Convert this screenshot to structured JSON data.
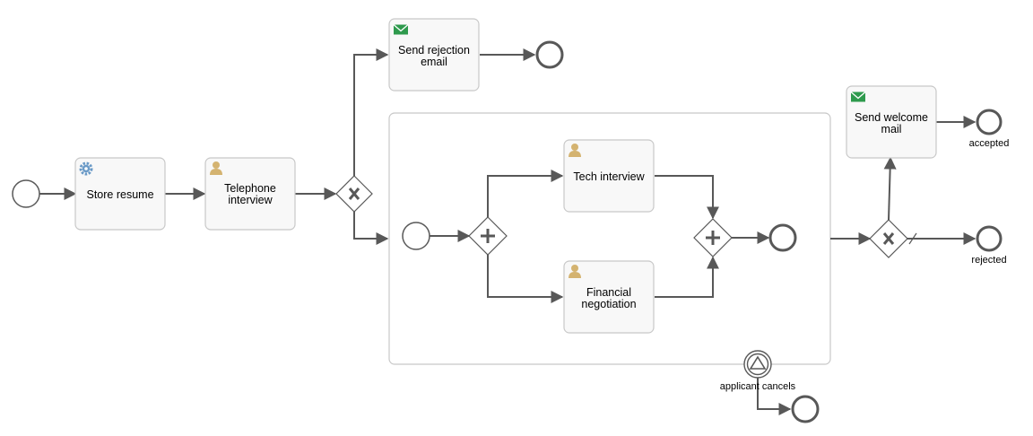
{
  "tasks": {
    "store_resume": {
      "line1": "Store resume",
      "icon": "gear-icon"
    },
    "telephone_interview": {
      "line1": "Telephone",
      "line2": "interview",
      "icon": "user-icon"
    },
    "send_rejection_email": {
      "line1": "Send rejection",
      "line2": "email",
      "icon": "envelope-icon"
    },
    "tech_interview": {
      "line1": "Tech interview",
      "icon": "user-icon"
    },
    "financial_negotiation": {
      "line1": "Financial",
      "line2": "negotiation",
      "icon": "user-icon"
    },
    "send_welcome_mail": {
      "line1": "Send welcome",
      "line2": "mail",
      "icon": "envelope-icon"
    }
  },
  "events": {
    "accepted": "accepted",
    "rejected": "rejected",
    "applicant_cancels": "applicant cancels"
  },
  "colors": {
    "gear": "#6a9ac7",
    "user": "#d4b370",
    "envelope": "#2e9a4d",
    "flow": "#585858"
  }
}
